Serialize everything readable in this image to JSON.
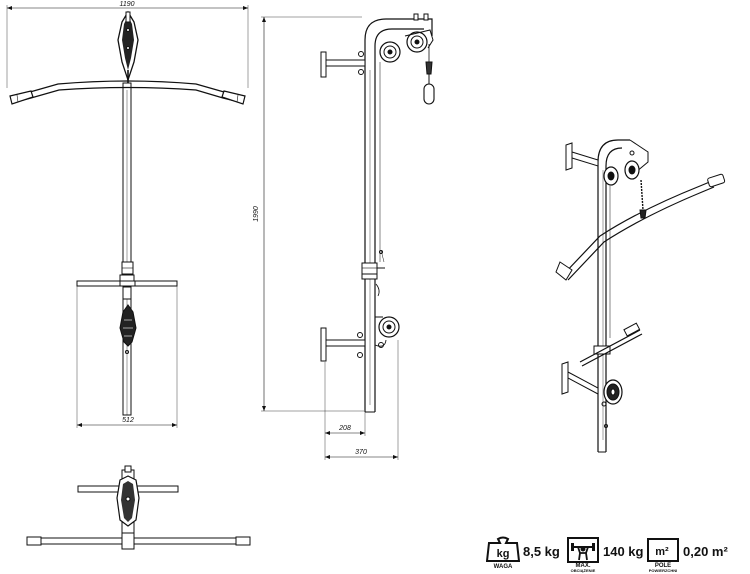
{
  "dimensions": {
    "width_top": "1190",
    "height": "1990",
    "lower_bar_width": "512",
    "depth_wall": "208",
    "depth_total": "370"
  },
  "specs": [
    {
      "icon": "kg-weight-icon",
      "value": "8,5 kg",
      "caption": "WAGA",
      "caption_sub": ""
    },
    {
      "icon": "max-load-icon",
      "value": "140 kg",
      "caption": "MAX.",
      "caption_sub": "OBCIĄŻENIE"
    },
    {
      "icon": "floor-area-icon",
      "value": "0,20 m²",
      "caption": "POLE",
      "caption_sub": "POWIERZCHNI"
    }
  ]
}
